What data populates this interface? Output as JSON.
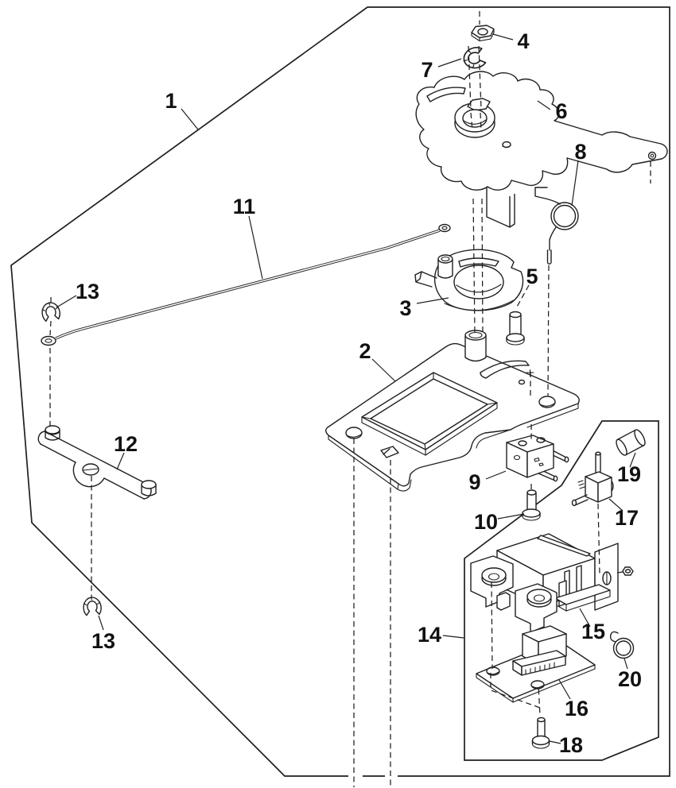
{
  "figure": {
    "background": "#ffffff",
    "line_color": "#1f1f1f",
    "label_color": "#111111"
  },
  "callouts": [
    {
      "label": "1"
    },
    {
      "label": "2"
    },
    {
      "label": "3"
    },
    {
      "label": "4"
    },
    {
      "label": "5"
    },
    {
      "label": "6"
    },
    {
      "label": "7"
    },
    {
      "label": "8"
    },
    {
      "label": "9"
    },
    {
      "label": "10"
    },
    {
      "label": "11"
    },
    {
      "label": "12"
    },
    {
      "label": "13"
    },
    {
      "label": "13"
    },
    {
      "label": "14"
    },
    {
      "label": "15"
    },
    {
      "label": "16"
    },
    {
      "label": "17"
    },
    {
      "label": "18"
    },
    {
      "label": "19"
    },
    {
      "label": "20"
    }
  ]
}
